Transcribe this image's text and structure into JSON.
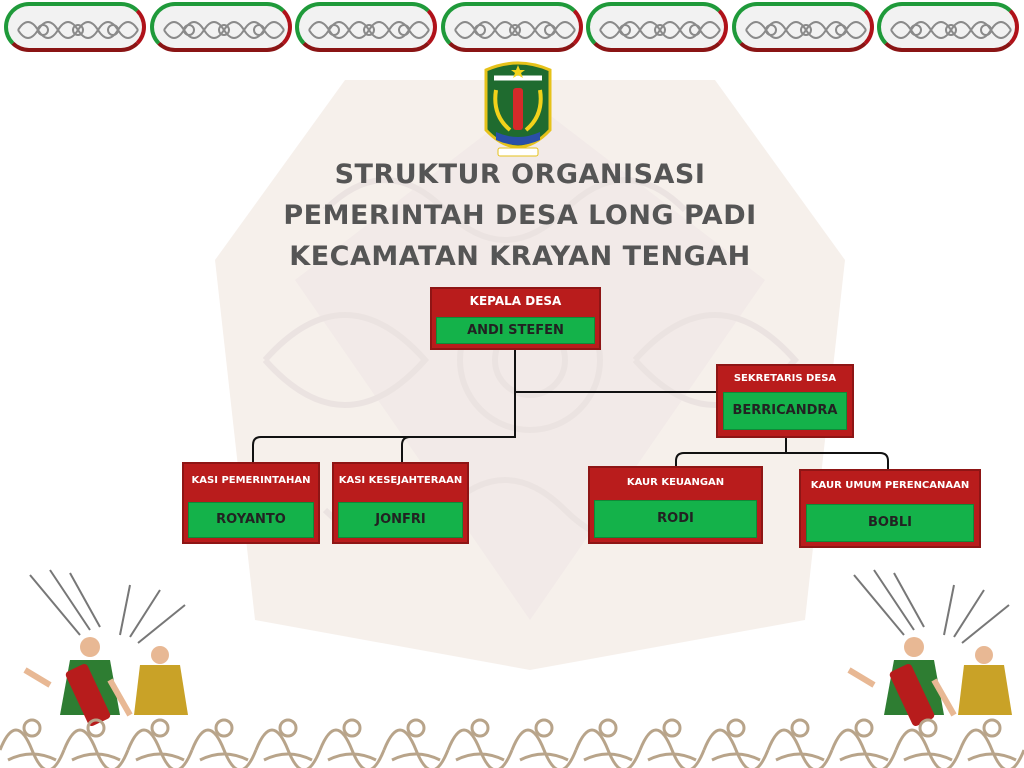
{
  "title": {
    "line1": "STRUKTUR ORGANISASI",
    "line2": "PEMERINTAH DESA LONG PADI",
    "line3": "KECAMATAN KRAYAN TENGAH"
  },
  "logo": {
    "icon": "regency-emblem-icon",
    "banner_text": ""
  },
  "org": {
    "head": {
      "role": "KEPALA DESA",
      "name": "ANDI STEFEN"
    },
    "secretary": {
      "role": "SEKRETARIS DESA",
      "name": "BERRICANDRA"
    },
    "kasi_pemerintahan": {
      "role": "KASI PEMERINTAHAN",
      "name": "ROYANTO"
    },
    "kasi_kesejahteraan": {
      "role": "KASI KESEJAHTERAAN",
      "name": "JONFRI"
    },
    "kaur_keuangan": {
      "role": "KAUR KEUANGAN",
      "name": "RODI"
    },
    "kaur_umum": {
      "role": "KAUR UMUM PERENCANAAN",
      "name": "BOBLI"
    }
  },
  "colors": {
    "role_red": "#b91c1c",
    "name_green": "#14b24a",
    "title_gray": "#555555",
    "line": "#111111"
  },
  "decor": {
    "top_ovals": 7,
    "dancers": [
      "dayak-dancer-left-illustration",
      "dayak-dancer-right-illustration"
    ],
    "bottom_border": "dayak-ornament-border"
  }
}
